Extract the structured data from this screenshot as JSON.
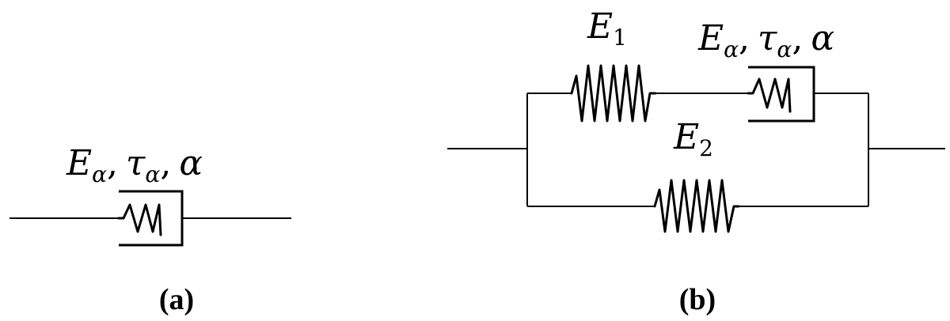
{
  "panel_a": {
    "element": {
      "symbol": "E",
      "symbol_sub": "α",
      "sep1": ",",
      "tau": "τ",
      "tau_sub": "α",
      "sep2": ",",
      "alpha": "α"
    },
    "caption": "(a)"
  },
  "panel_b": {
    "spring1": {
      "symbol": "E",
      "sub": "1"
    },
    "element": {
      "symbol": "E",
      "symbol_sub": "α",
      "sep1": ",",
      "tau": "τ",
      "tau_sub": "α",
      "sep2": ",",
      "alpha": "α"
    },
    "spring2": {
      "symbol": "E",
      "sub": "2"
    },
    "caption": "(b)"
  }
}
